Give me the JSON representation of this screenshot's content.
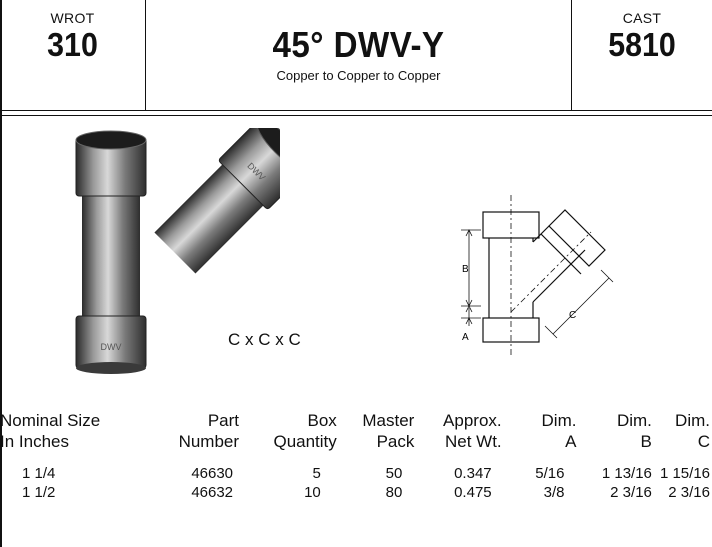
{
  "header": {
    "left_caption": "WROT",
    "left_number": "310",
    "title": "45° DWV-Y",
    "subtitle": "Copper to Copper to Copper",
    "right_caption": "CAST",
    "right_number": "5810"
  },
  "photo": {
    "connection_label": "C x C x C",
    "stamp_bottom": "DWV",
    "stamp_branch": "DWV"
  },
  "drawing": {
    "label_a": "A",
    "label_b": "B",
    "label_c": "C"
  },
  "table": {
    "columns": [
      {
        "line1": "Nominal Size",
        "line2": "In Inches"
      },
      {
        "line1": "Part",
        "line2": "Number"
      },
      {
        "line1": "Box",
        "line2": "Quantity"
      },
      {
        "line1": "Master",
        "line2": "Pack"
      },
      {
        "line1": "Approx.",
        "line2": "Net Wt."
      },
      {
        "line1": "Dim.",
        "line2": "A"
      },
      {
        "line1": "Dim.",
        "line2": "B"
      },
      {
        "line1": "Dim.",
        "line2": "C"
      }
    ],
    "rows": [
      [
        "1 1/4",
        "46630",
        "5",
        "50",
        "0.347",
        "5/16",
        "1 13/16",
        "1 15/16"
      ],
      [
        "1 1/2",
        "46632",
        "10",
        "80",
        "0.475",
        "3/8",
        "2 3/16",
        "2 3/16"
      ]
    ]
  }
}
